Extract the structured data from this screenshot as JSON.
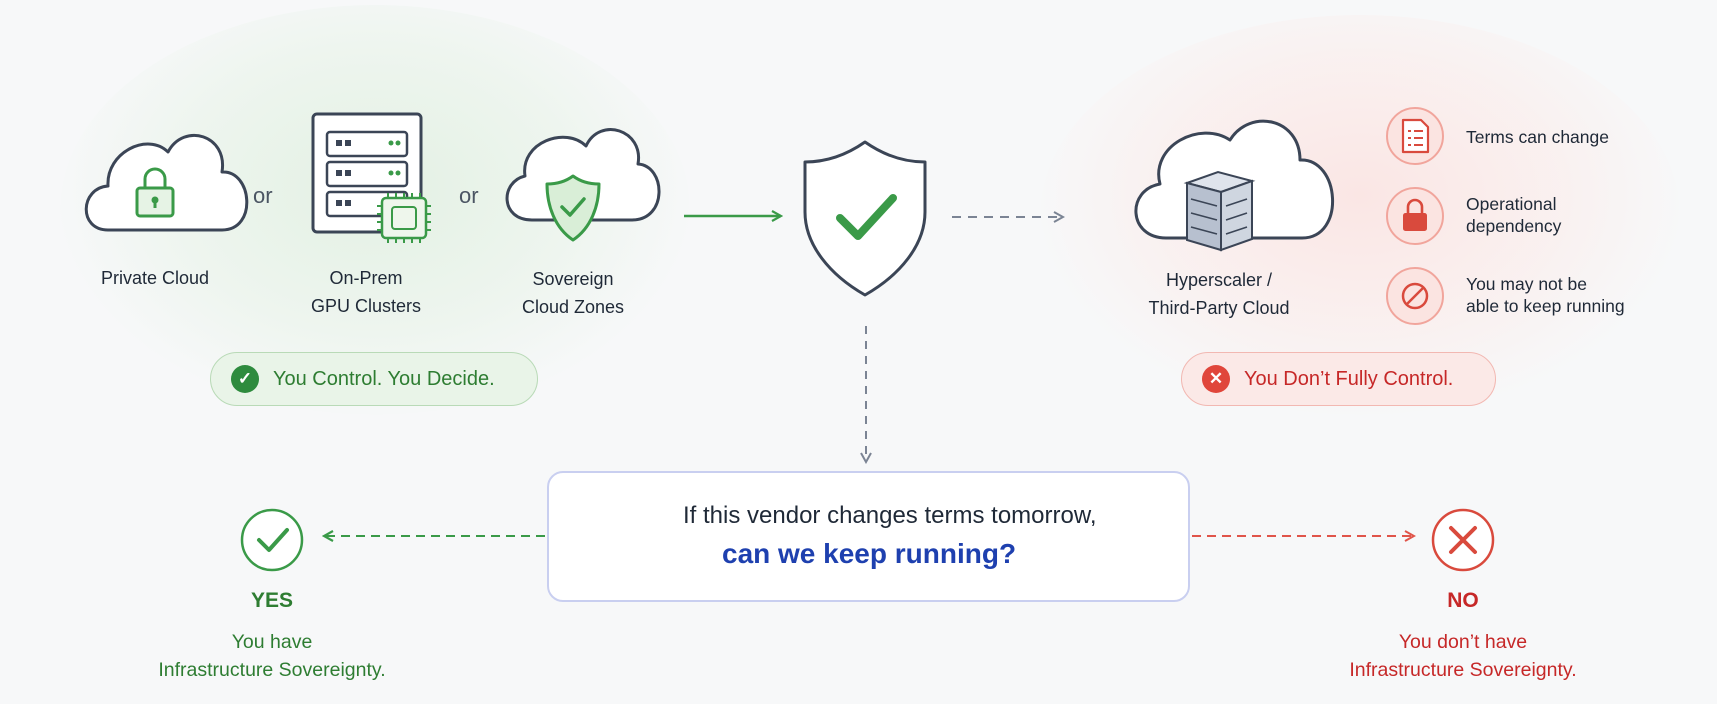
{
  "options": {
    "private_cloud": [
      "Private Cloud"
    ],
    "on_prem": [
      "On-Prem",
      "GPU Clusters"
    ],
    "sovereign": [
      "Sovereign",
      "Cloud Zones"
    ],
    "or_label": "or"
  },
  "control_pill": {
    "text": "You Control. You Decide.",
    "icon": "check-icon",
    "color": "#2e7d32"
  },
  "hyperscaler": {
    "label": [
      "Hyperscaler /",
      "Third-Party Cloud"
    ]
  },
  "no_control_pill": {
    "text": "You Don’t Fully Control.",
    "icon": "x-icon",
    "color": "#c62828"
  },
  "risks": [
    {
      "icon": "document-icon",
      "lines": [
        "Terms can change"
      ]
    },
    {
      "icon": "lock-icon",
      "lines": [
        "Operational",
        "dependency"
      ]
    },
    {
      "icon": "prohibited-icon",
      "lines": [
        "You may not be",
        "able to keep running"
      ]
    }
  ],
  "question": {
    "line1": "If this vendor changes terms tomorrow,",
    "line2": "can we keep running?",
    "icon": "question-icon"
  },
  "yes": {
    "head": "YES",
    "lines": [
      "You have",
      "Infrastructure Sovereignty."
    ],
    "color": "#2e7d32"
  },
  "no": {
    "head": "NO",
    "lines": [
      "You don’t have",
      "Infrastructure Sovereignty."
    ],
    "color": "#c62828"
  }
}
